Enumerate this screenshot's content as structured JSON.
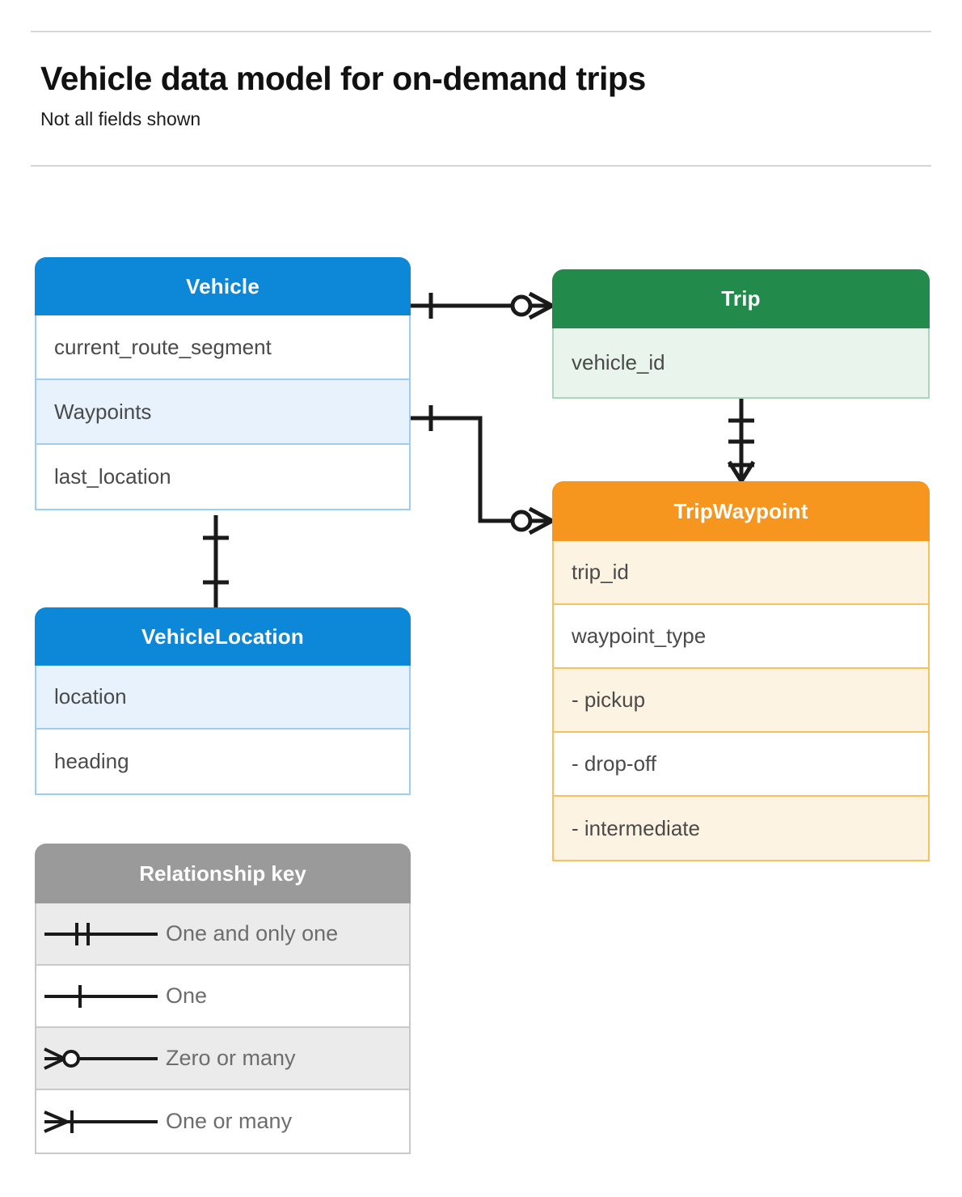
{
  "header": {
    "title": "Vehicle data model for on-demand trips",
    "subtitle": "Not all fields shown"
  },
  "diagram": {
    "type": "entity-relationship-diagram",
    "entities": [
      {
        "id": "vehicle",
        "name": "Vehicle",
        "color": "#0d87d8",
        "fields": [
          {
            "label": "current_route_segment",
            "highlighted": false
          },
          {
            "label": "Waypoints",
            "highlighted": true
          },
          {
            "label": "last_location",
            "highlighted": false
          }
        ]
      },
      {
        "id": "trip",
        "name": "Trip",
        "color": "#228b4b",
        "fields": [
          {
            "label": "vehicle_id",
            "highlighted": true
          }
        ]
      },
      {
        "id": "tripwaypoint",
        "name": "TripWaypoint",
        "color": "#f6961e",
        "fields": [
          {
            "label": "trip_id",
            "highlighted": true
          },
          {
            "label": "waypoint_type",
            "highlighted": false
          },
          {
            "label": "  -  pickup",
            "highlighted": true
          },
          {
            "label": "  -  drop-off",
            "highlighted": false
          },
          {
            "label": "  -  intermediate",
            "highlighted": true
          }
        ]
      },
      {
        "id": "vehiclelocation",
        "name": "VehicleLocation",
        "color": "#0d87d8",
        "fields": [
          {
            "label": "location",
            "highlighted": true
          },
          {
            "label": "heading",
            "highlighted": false
          }
        ]
      }
    ],
    "relationships": [
      {
        "from": "vehicle",
        "from_cardinality": "one",
        "to": "trip",
        "to_cardinality": "zero-or-many"
      },
      {
        "from": "vehicle.Waypoints",
        "from_cardinality": "one",
        "to": "tripwaypoint",
        "to_cardinality": "zero-or-many"
      },
      {
        "from": "trip",
        "from_cardinality": "one-and-only-one",
        "to": "tripwaypoint",
        "to_cardinality": "one-or-many"
      },
      {
        "from": "vehicle",
        "from_cardinality": "one",
        "to": "vehiclelocation",
        "to_cardinality": "one"
      }
    ]
  },
  "legend": {
    "title": "Relationship key",
    "items": [
      {
        "glyph": "one-and-only-one-icon",
        "label": "One and only one"
      },
      {
        "glyph": "one-icon",
        "label": "One"
      },
      {
        "glyph": "zero-or-many-icon",
        "label": "Zero or many"
      },
      {
        "glyph": "one-or-many-icon",
        "label": "One or many"
      }
    ]
  }
}
